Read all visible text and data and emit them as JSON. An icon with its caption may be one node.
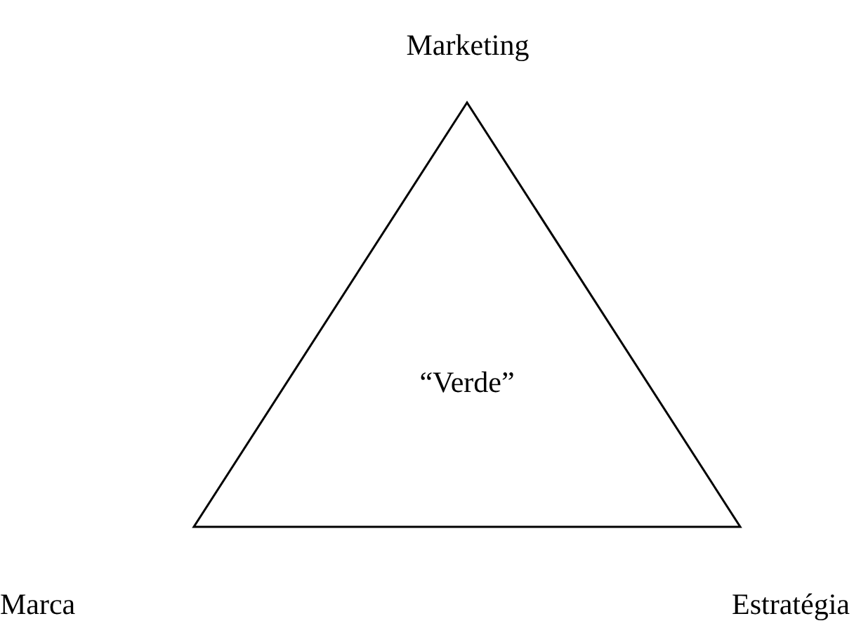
{
  "diagram": {
    "nodes": [
      {
        "text": [
          "“Verde”"
        ]
      }
    ],
    "labels": [
      "Marketing",
      "Marca",
      "Estratégia"
    ]
  }
}
